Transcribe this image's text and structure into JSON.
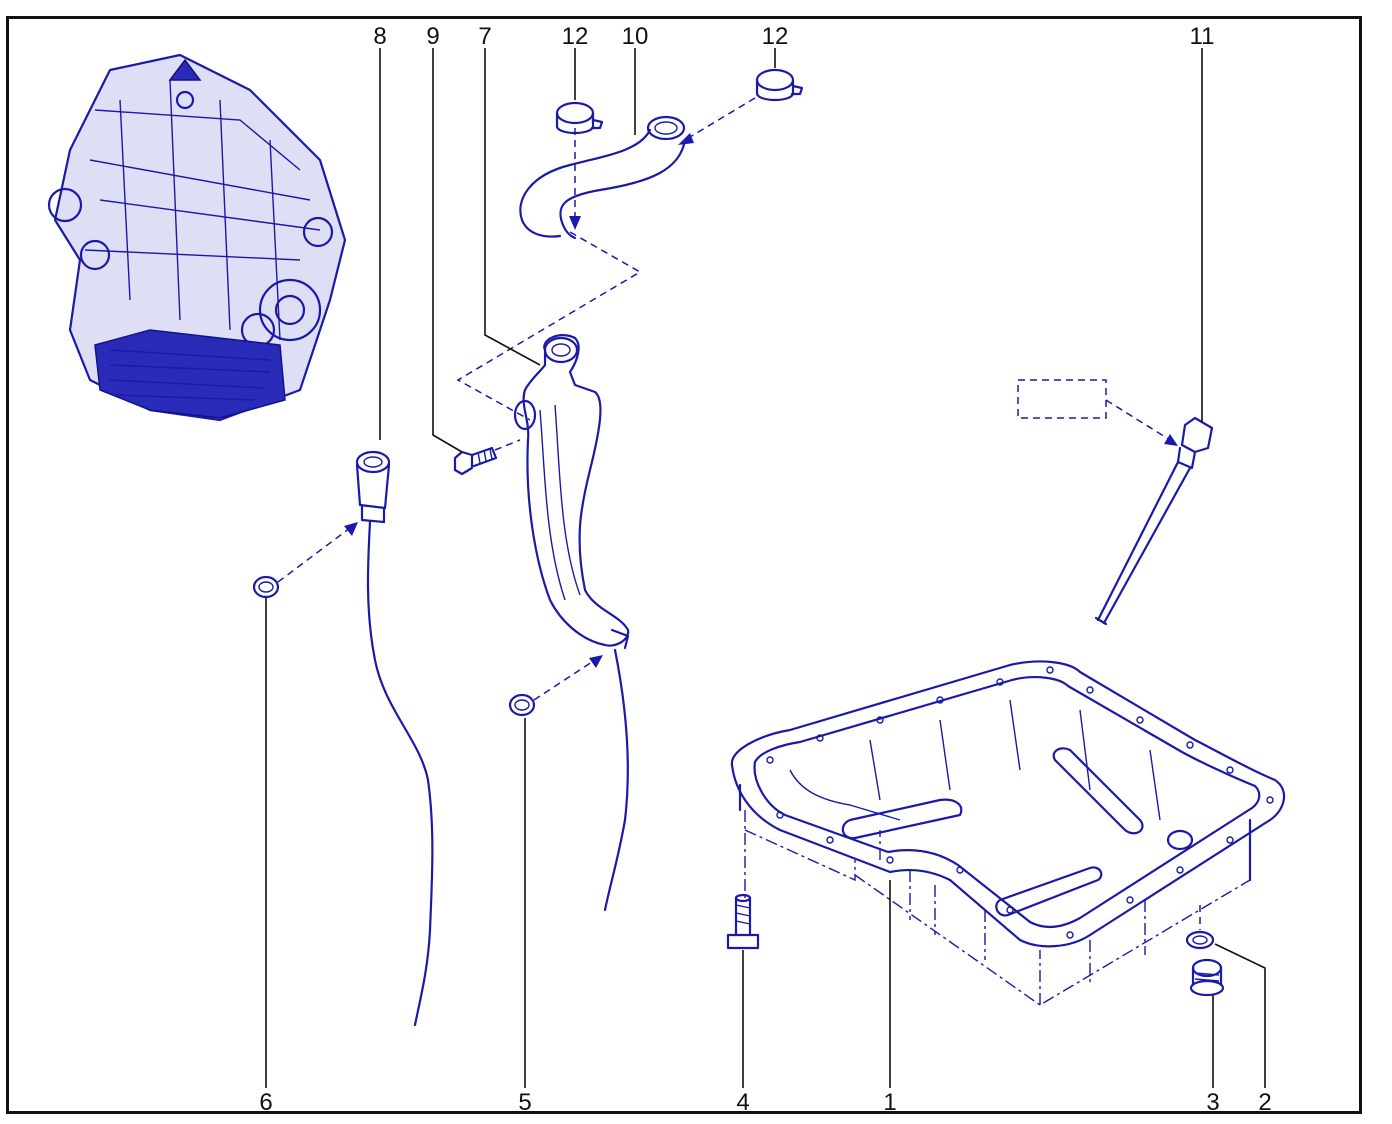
{
  "diagram": {
    "callouts": [
      "1",
      "2",
      "3",
      "4",
      "5",
      "6",
      "7",
      "8",
      "9",
      "10",
      "11",
      "12",
      "12"
    ]
  },
  "colors": {
    "line": "#1a1aa8",
    "fill": "#2a2ab8",
    "frame": "#111111",
    "background": "#ffffff"
  }
}
